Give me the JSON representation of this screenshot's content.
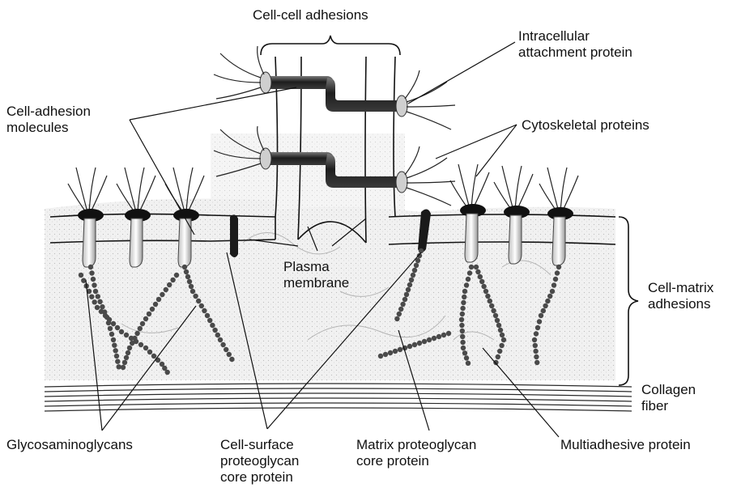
{
  "labels": {
    "cell_cell_adhesions": "Cell-cell adhesions",
    "intracellular_attachment_protein": [
      "Intracellular",
      "attachment protein"
    ],
    "cell_adhesion_molecules": [
      "Cell-adhesion",
      "molecules"
    ],
    "cytoskeletal_proteins": "Cytoskeletal proteins",
    "plasma_membrane": [
      "Plasma",
      "membrane"
    ],
    "cell_matrix_adhesions": [
      "Cell-matrix",
      "adhesions"
    ],
    "collagen_fiber": [
      "Collagen",
      "fiber"
    ],
    "glycosaminoglycans": "Glycosaminoglycans",
    "cell_surface_proteoglycan": [
      "Cell-surface",
      "proteoglycan",
      "core protein"
    ],
    "matrix_proteoglycan": [
      "Matrix proteoglycan",
      "core protein"
    ],
    "multiadhesive_protein": "Multiadhesive protein"
  },
  "colors": {
    "ink": "#111111",
    "matrix_shade": "#ececec",
    "dark_protein": "#1a1a1a",
    "gag_bead": "#555555"
  }
}
